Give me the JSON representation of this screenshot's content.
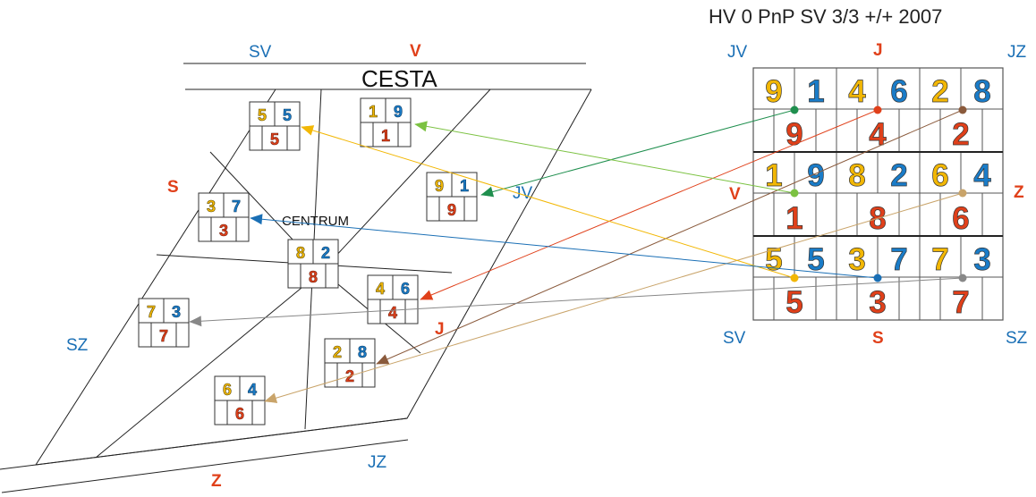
{
  "title": "HV 0 PnP SV 3/3 +/+ 2007",
  "colors": {
    "gold": "#f2b705",
    "blue": "#1a7cc8",
    "red": "#e0401a",
    "blue_label": "#1a6fb5",
    "red_label": "#e0401a",
    "line": "#222222"
  },
  "left_plan": {
    "road_label": "CESTA",
    "center_label": "CENTRUM",
    "directions": {
      "sv": "SV",
      "v": "V",
      "s": "S",
      "sz": "SZ",
      "z": "Z",
      "jz": "JZ",
      "jv": "JV",
      "j": "J"
    },
    "boxes": [
      {
        "id": "nw",
        "top": [
          "5",
          "5"
        ],
        "bottom": "5"
      },
      {
        "id": "n",
        "top": [
          "1",
          "9"
        ],
        "bottom": "1"
      },
      {
        "id": "ne",
        "top": [
          "9",
          "1"
        ],
        "bottom": "9"
      },
      {
        "id": "w",
        "top": [
          "3",
          "7"
        ],
        "bottom": "3"
      },
      {
        "id": "c",
        "top": [
          "8",
          "2"
        ],
        "bottom": "8"
      },
      {
        "id": "e",
        "top": [
          "4",
          "6"
        ],
        "bottom": "4"
      },
      {
        "id": "sw",
        "top": [
          "7",
          "3"
        ],
        "bottom": "7"
      },
      {
        "id": "se",
        "top": [
          "2",
          "8"
        ],
        "bottom": "2"
      },
      {
        "id": "s",
        "top": [
          "6",
          "4"
        ],
        "bottom": "6"
      }
    ]
  },
  "right_grid": {
    "labels": {
      "jv": "JV",
      "j": "J",
      "jz": "JZ",
      "v": "V",
      "z": "Z",
      "sv": "SV",
      "s": "S",
      "sz": "SZ"
    },
    "cells": [
      {
        "top": [
          "9",
          "1"
        ],
        "bottom": "9"
      },
      {
        "top": [
          "4",
          "6"
        ],
        "bottom": "4"
      },
      {
        "top": [
          "2",
          "8"
        ],
        "bottom": "2"
      },
      {
        "top": [
          "1",
          "9"
        ],
        "bottom": "1"
      },
      {
        "top": [
          "8",
          "2"
        ],
        "bottom": "8"
      },
      {
        "top": [
          "6",
          "4"
        ],
        "bottom": "6"
      },
      {
        "top": [
          "5",
          "5"
        ],
        "bottom": "5"
      },
      {
        "top": [
          "3",
          "7"
        ],
        "bottom": "3"
      },
      {
        "top": [
          "7",
          "3"
        ],
        "bottom": "7"
      }
    ]
  },
  "arrows": [
    {
      "id": "jv-arrow",
      "color": "#1f8f4e"
    },
    {
      "id": "j-arrow",
      "color": "#e0401a"
    },
    {
      "id": "jz-arrow",
      "color": "#8a5a3c"
    },
    {
      "id": "v-arrow",
      "color": "#7cc242"
    },
    {
      "id": "z-arrow",
      "color": "#c9a46a"
    },
    {
      "id": "sv-arrow",
      "color": "#f2b705"
    },
    {
      "id": "s-arrow",
      "color": "#1a6fb5"
    },
    {
      "id": "sz-arrow",
      "color": "#888888"
    }
  ]
}
